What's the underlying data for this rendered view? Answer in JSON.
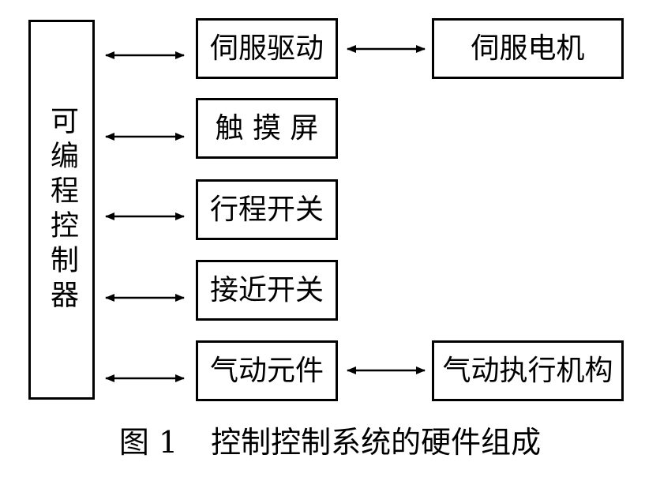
{
  "controller": {
    "label": "可编程控制器"
  },
  "modules": [
    {
      "label": "伺服驱动"
    },
    {
      "label": "触 摸 屏"
    },
    {
      "label": "行程开关"
    },
    {
      "label": "接近开关"
    },
    {
      "label": "气动元件"
    }
  ],
  "outputs": [
    {
      "label": "伺服电机"
    },
    {
      "label": "气动执行机构"
    }
  ],
  "caption": {
    "figure_number": "图 1",
    "title": "控制控制系统的硬件组成"
  }
}
